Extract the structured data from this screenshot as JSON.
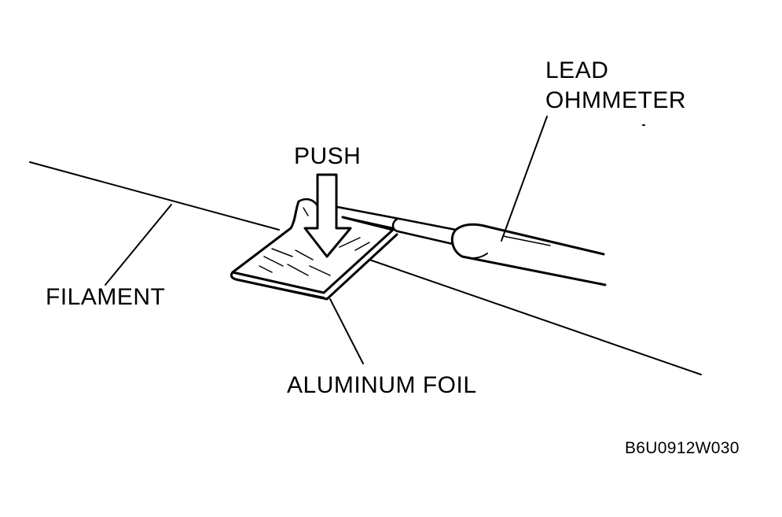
{
  "labels": {
    "lead": "LEAD",
    "ohmmeter": "OHMMETER",
    "push": "PUSH",
    "filament": "FILAMENT",
    "foil": "ALUMINUM FOIL",
    "figure_code": "B6U0912W030"
  },
  "colors": {
    "ink": "#000000",
    "paper": "#ffffff"
  }
}
